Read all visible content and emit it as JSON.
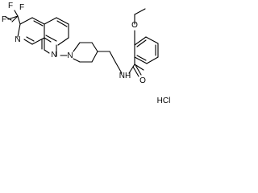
{
  "molecule": {
    "atoms": {
      "F1": "F",
      "F2": "F",
      "F3": "F",
      "N_naph1": "N",
      "N_naph2": "N",
      "N_pip": "N",
      "NH": "NH",
      "O_amide": "O",
      "O_methoxy": "O",
      "HCl": "HCl"
    }
  }
}
